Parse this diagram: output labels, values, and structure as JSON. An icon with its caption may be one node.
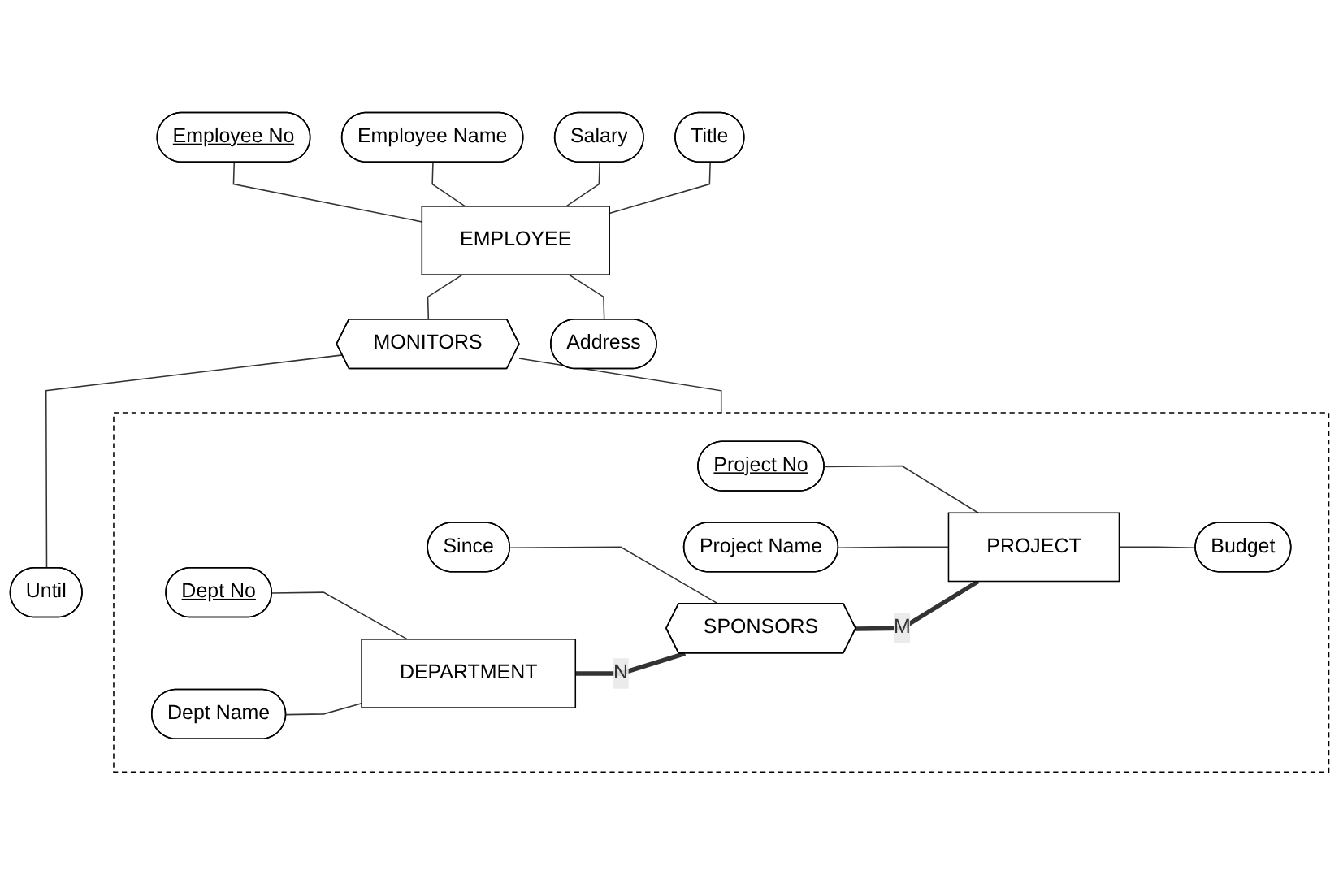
{
  "diagram": {
    "nodes": [
      {
        "text": [
          "Employee No"
        ]
      },
      {
        "text": [
          "Employee Name"
        ]
      },
      {
        "text": [
          "Salary"
        ]
      },
      {
        "text": [
          "Title"
        ]
      },
      {
        "text": [
          "EMPLOYEE"
        ]
      },
      {
        "text": [
          "Address"
        ]
      },
      {
        "text": [
          "MONITORS"
        ]
      },
      {
        "text": [
          "Until"
        ]
      },
      {
        "text": [],
        "shape": "box"
      },
      {
        "text": [
          "Dept No"
        ],
        "in": 8
      },
      {
        "text": [
          "Dept Name"
        ],
        "in": 8
      },
      {
        "text": [
          "Since"
        ],
        "in": 8
      },
      {
        "text": [
          "Project No"
        ],
        "in": 8
      },
      {
        "text": [
          "Project Name"
        ],
        "in": 8
      },
      {
        "text": [
          "DEPARTMENT"
        ],
        "in": 8
      },
      {
        "text": [
          "SPONSORS"
        ],
        "in": 8
      },
      {
        "text": [
          "PROJECT"
        ],
        "in": 8
      },
      {
        "text": [
          "Budget"
        ],
        "in": 8
      }
    ],
    "edges": [
      {
        "from": 0,
        "to": 4,
        "arrow": "none"
      },
      {
        "from": 1,
        "to": 4,
        "arrow": "none"
      },
      {
        "from": 2,
        "to": 4,
        "arrow": "none"
      },
      {
        "from": 3,
        "to": 4,
        "arrow": "none"
      },
      {
        "from": 4,
        "to": 5,
        "arrow": "none"
      },
      {
        "from": 4,
        "to": 6,
        "arrow": "none"
      },
      {
        "from": 6,
        "to": 7,
        "arrow": "none"
      },
      {
        "from": 6,
        "to": 8,
        "arrow": "none"
      },
      {
        "from": 9,
        "to": 14,
        "arrow": "none"
      },
      {
        "from": 10,
        "to": 14,
        "arrow": "none"
      },
      {
        "from": 11,
        "to": 15,
        "arrow": "none"
      },
      {
        "from": 12,
        "to": 16,
        "arrow": "none"
      },
      {
        "from": 13,
        "to": 16,
        "arrow": "none"
      },
      {
        "from": 14,
        "to": 15,
        "arrow": "none",
        "label": "N",
        "style": "thick"
      },
      {
        "from": 15,
        "to": 16,
        "arrow": "none",
        "label": "M",
        "style": "thick"
      },
      {
        "from": 16,
        "to": 17,
        "arrow": "none"
      }
    ]
  }
}
